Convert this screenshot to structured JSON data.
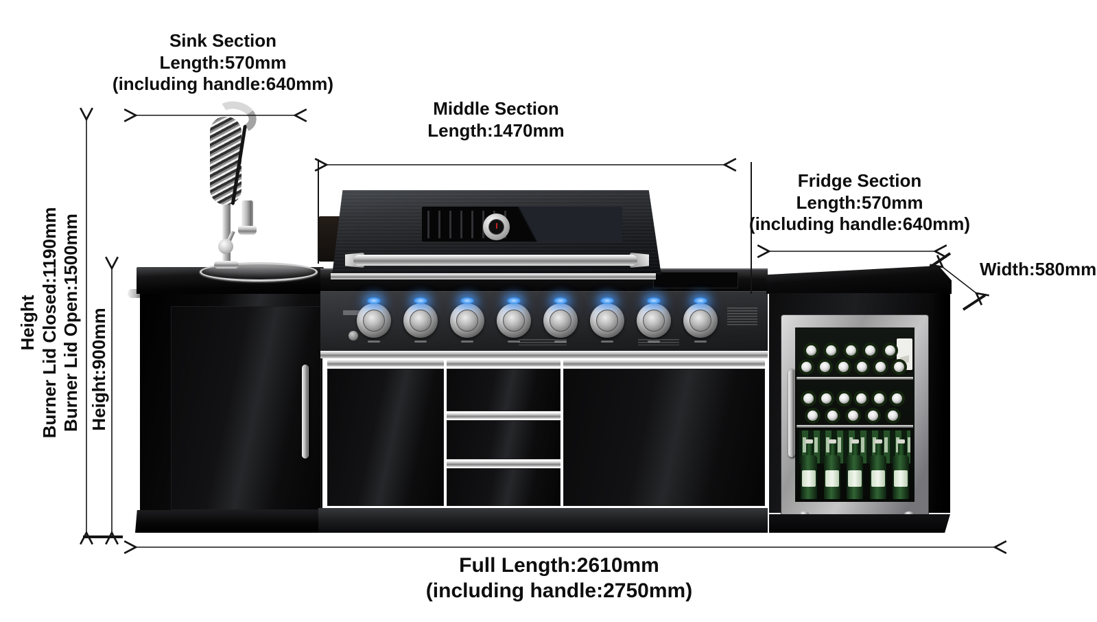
{
  "annotations": {
    "sink_section": {
      "title": "Sink Section",
      "length": "Length:570mm",
      "including_handle": "(including handle:640mm)"
    },
    "middle_section": {
      "title": "Middle Section",
      "length": "Length:1470mm"
    },
    "fridge_section": {
      "title": "Fridge Section",
      "length": "Length:570mm",
      "including_handle": "(including handle:640mm)"
    },
    "width": {
      "label": "Width:580mm"
    },
    "height": {
      "title": "Height",
      "burner_lid_closed": "Burner Lid Closed:1190mm",
      "burner_lid_open": "Burner Lid Open:1500mm"
    },
    "counter_height": {
      "label": "Height:900mm"
    },
    "full_length": {
      "label": "Full Length:2610mm",
      "including_handle": "(including handle:2750mm)"
    }
  },
  "product": {
    "type": "outdoor kitchen island",
    "finish": "black stainless",
    "sections": [
      "sink",
      "grill",
      "fridge"
    ],
    "grill_burner_knobs": 8,
    "colors": {
      "cabinet": "#0b0b0c",
      "stainless": "#cfcfcf",
      "led_blue": "#4aa8ff",
      "bottle_green": "#2e5f2e",
      "dimension_lines": "#151515",
      "background": "#ffffff"
    }
  }
}
